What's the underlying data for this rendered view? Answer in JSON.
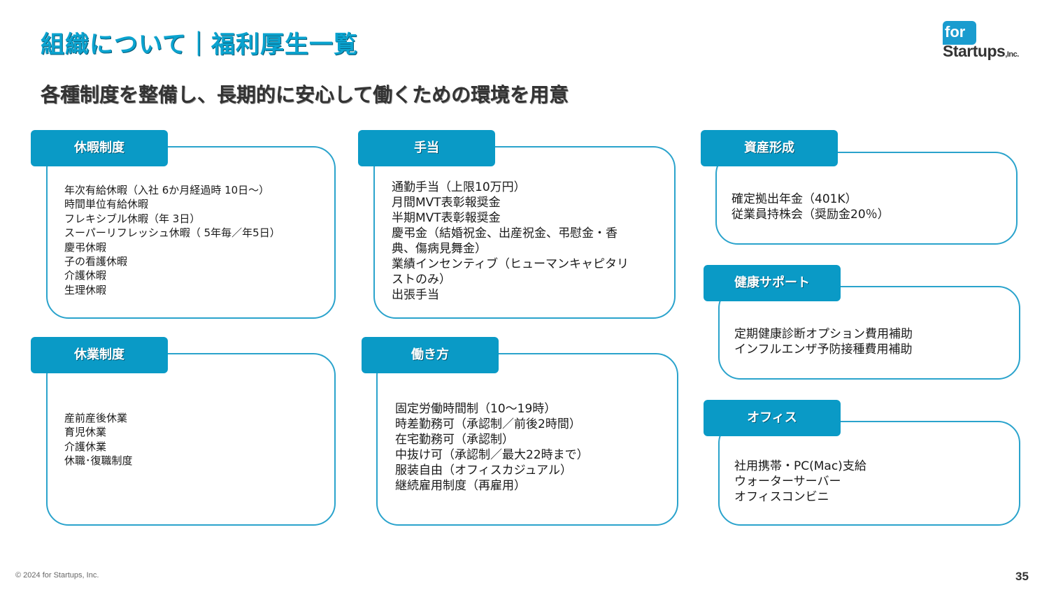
{
  "header": {
    "title": "組織について｜福利厚生一覧",
    "subtitle": "各種制度を整備し、長期的に安心して働くための環境を用意"
  },
  "logo": {
    "line1": "for",
    "line2": "Startups",
    "suffix": ",Inc."
  },
  "sections": {
    "vacation": {
      "label": "休暇制度",
      "items": [
        "年次有給休暇（入社 6か月経過時 10日～）",
        "時間単位有給休暇",
        "フレキシブル休暇（年 3日）",
        "スーパーリフレッシュ休暇（ 5年毎／年5日）",
        "慶弔休暇",
        "子の看護休暇",
        "介護休暇",
        "生理休暇"
      ]
    },
    "allowance": {
      "label": "手当",
      "items": [
        "通勤手当（上限10万円）",
        "月間MVT表彰報奨金",
        "半期MVT表彰報奨金",
        "慶弔金（結婚祝金、出産祝金、弔慰金・香",
        "典、傷病見舞金）",
        "業績インセンティブ（ヒューマンキャピタリ",
        "ストのみ）",
        "出張手当"
      ]
    },
    "assets": {
      "label": "資産形成",
      "items": [
        "確定拠出年金（401K）",
        "従業員持株会（奨励金20％）"
      ]
    },
    "health": {
      "label": "健康サポート",
      "items": [
        "定期健康診断オプション費用補助",
        "インフルエンザ予防接種費用補助"
      ]
    },
    "leave": {
      "label": "休業制度",
      "items": [
        "産前産後休業",
        "育児休業",
        "介護休業",
        "休職･復職制度"
      ]
    },
    "workstyle": {
      "label": "働き方",
      "items": [
        "固定労働時間制（10～19時）",
        "時差勤務可（承認制／前後2時間）",
        "在宅勤務可（承認制）",
        "中抜け可（承認制／最大22時まで）",
        "服装自由（オフィスカジュアル）",
        "継続雇用制度（再雇用）"
      ]
    },
    "office": {
      "label": "オフィス",
      "items": [
        "社用携帯・PC(Mac)支給",
        "ウォーターサーバー",
        "オフィスコンビニ"
      ]
    }
  },
  "footer": {
    "copyright": "© 2024 for Startups, Inc.",
    "page_number": "35"
  },
  "colors": {
    "accent": "#0a9ac6",
    "border": "#2aa3cc",
    "title": "#0ba3cf"
  }
}
